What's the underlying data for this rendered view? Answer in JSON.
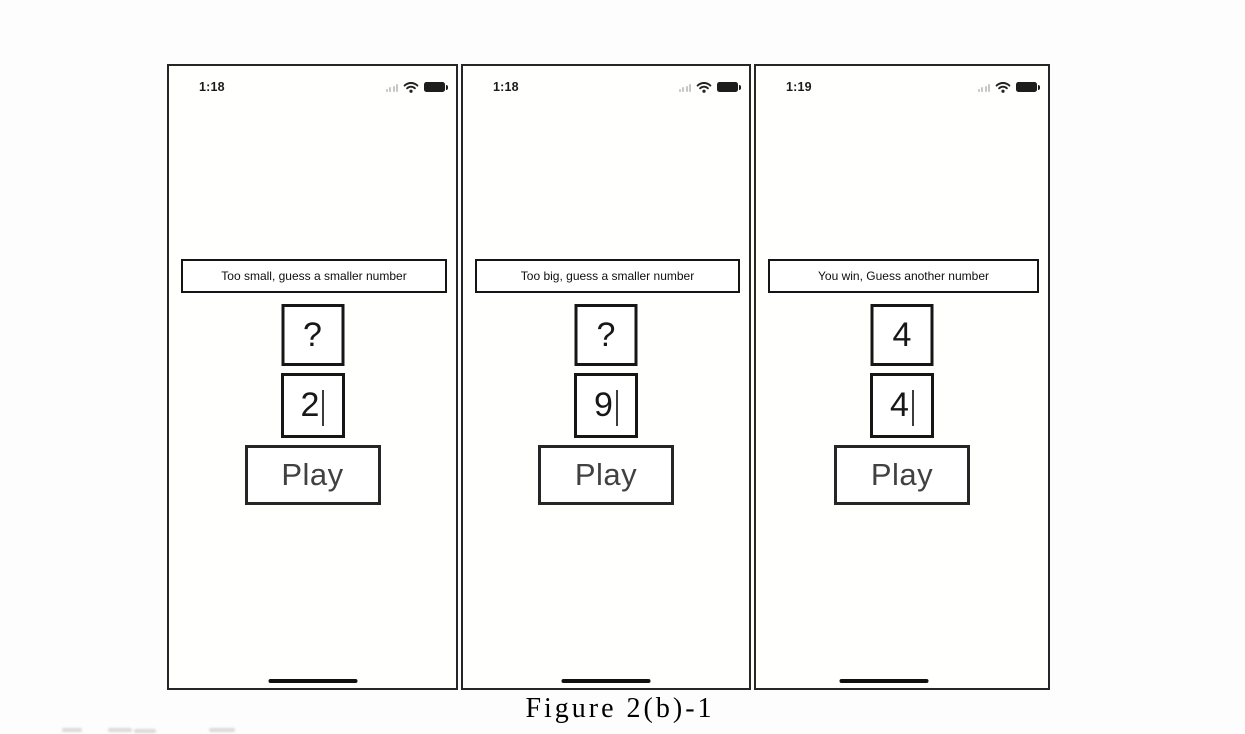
{
  "figure_caption": "Figure 2(b)-1",
  "status_icons": {
    "cellular": "cellular-signal-icon",
    "wifi": "wifi-icon",
    "battery": "battery-icon"
  },
  "screens": [
    {
      "status_bar": {
        "time": "1:18"
      },
      "message": "Too small, guess a smaller number",
      "answer_box": "?",
      "guess_input": "2",
      "play_button": "Play"
    },
    {
      "status_bar": {
        "time": "1:18"
      },
      "message": "Too big, guess a smaller number",
      "answer_box": "?",
      "guess_input": "9",
      "play_button": "Play"
    },
    {
      "status_bar": {
        "time": "1:19"
      },
      "message": "You win, Guess another number",
      "answer_box": "4",
      "guess_input": "4",
      "play_button": "Play"
    }
  ],
  "colors": {
    "frame_border": "#262626",
    "box_border": "#161616",
    "play_text": "#414141",
    "battery_fill": "#1d1d1d",
    "page_background": "#fdfdfd"
  }
}
